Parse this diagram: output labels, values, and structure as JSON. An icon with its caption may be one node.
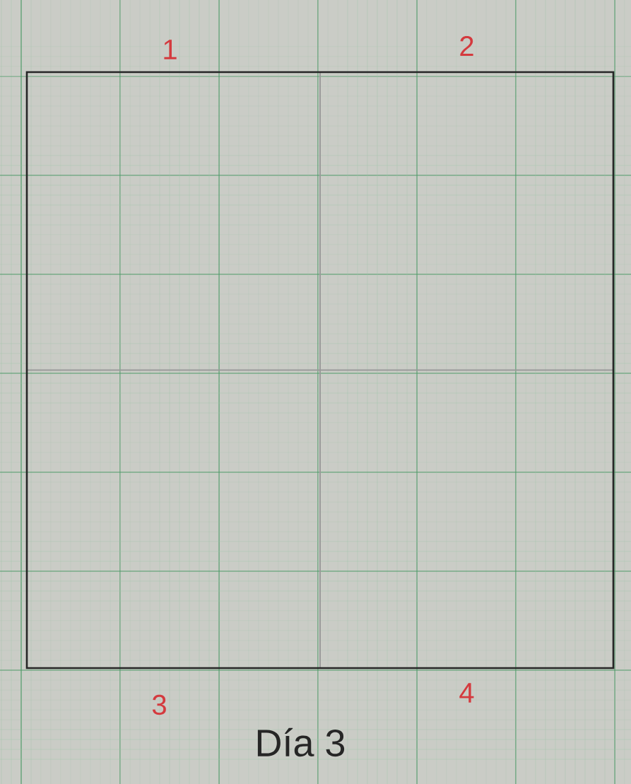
{
  "diagram": {
    "caption": "Día 3",
    "nodes": [
      {
        "text": [],
        "shape": "box"
      },
      {
        "text": [
          "1"
        ],
        "in": 0
      },
      {
        "text": [
          "2"
        ],
        "in": 0
      },
      {
        "text": [
          "3"
        ],
        "in": 0
      },
      {
        "text": [
          "4"
        ],
        "in": 0
      }
    ]
  }
}
